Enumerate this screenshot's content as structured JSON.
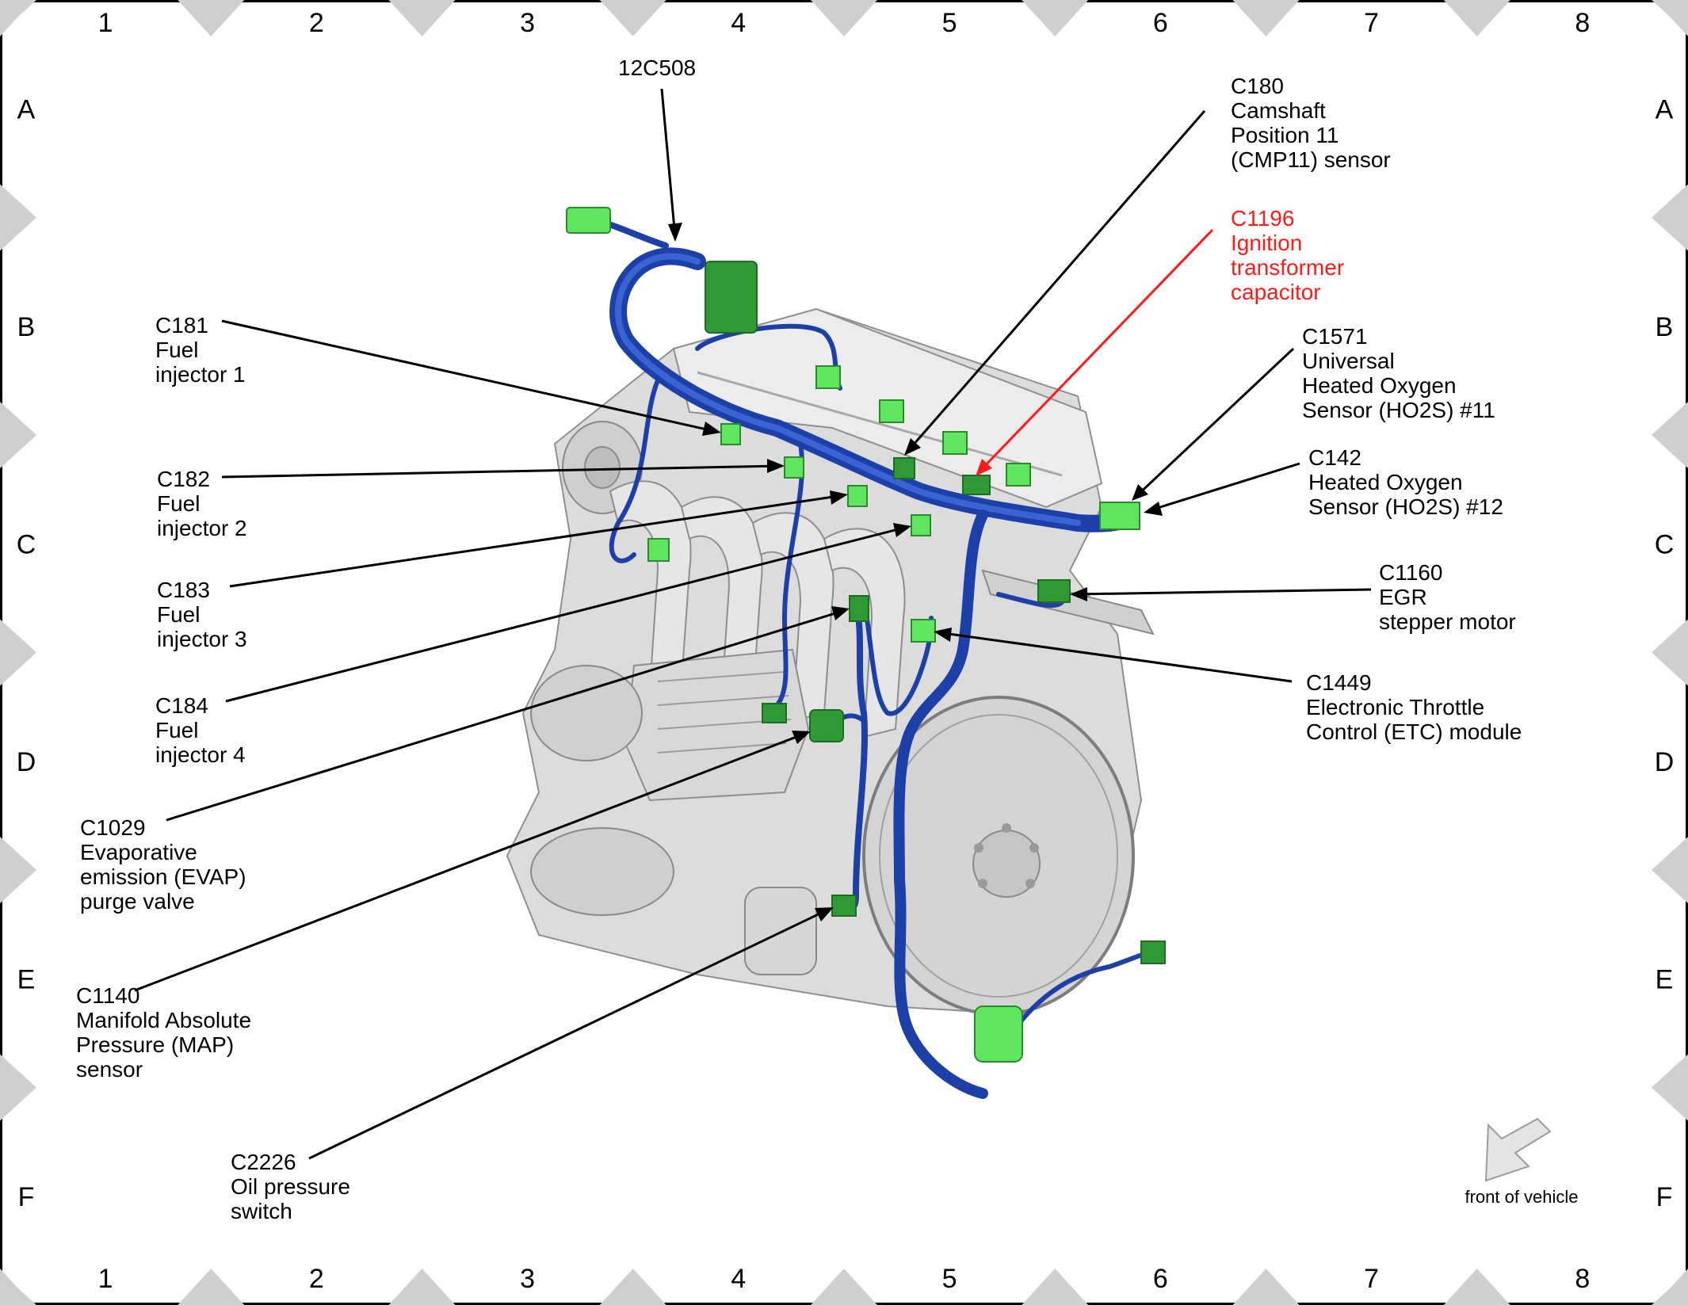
{
  "grid": {
    "columns": [
      "1",
      "2",
      "3",
      "4",
      "5",
      "6",
      "7",
      "8"
    ],
    "rows": [
      "A",
      "B",
      "C",
      "D",
      "E",
      "F"
    ]
  },
  "colors": {
    "harness": "#1c3fa8",
    "connector": "#5ee65e",
    "connector_dark": "#2f9a35",
    "leader": "#000000",
    "highlight": "#ff1a1a",
    "engine": "#d2d2d2",
    "grid_marker": "#cfcfcf"
  },
  "callouts": [
    {
      "id": "12c508",
      "lines": [
        "12C508"
      ],
      "highlight": false
    },
    {
      "id": "c180",
      "lines": [
        "C180",
        "Camshaft",
        "Position 11",
        "(CMP11) sensor"
      ],
      "highlight": false
    },
    {
      "id": "c1196",
      "lines": [
        "C1196",
        "Ignition",
        "transformer",
        "capacitor"
      ],
      "highlight": true
    },
    {
      "id": "c1571",
      "lines": [
        "C1571",
        "Universal",
        "Heated Oxygen",
        "Sensor (HO2S) #11"
      ],
      "highlight": false
    },
    {
      "id": "c142",
      "lines": [
        "C142",
        "Heated Oxygen",
        "Sensor (HO2S) #12"
      ],
      "highlight": false
    },
    {
      "id": "c1160",
      "lines": [
        "C1160",
        "EGR",
        "stepper motor"
      ],
      "highlight": false
    },
    {
      "id": "c1449",
      "lines": [
        "C1449",
        "Electronic Throttle",
        "Control (ETC) module"
      ],
      "highlight": false
    },
    {
      "id": "c181",
      "lines": [
        "C181",
        "Fuel",
        "injector 1"
      ],
      "highlight": false
    },
    {
      "id": "c182",
      "lines": [
        "C182",
        "Fuel",
        "injector 2"
      ],
      "highlight": false
    },
    {
      "id": "c183",
      "lines": [
        "C183",
        "Fuel",
        "injector 3"
      ],
      "highlight": false
    },
    {
      "id": "c184",
      "lines": [
        "C184",
        "Fuel",
        "injector 4"
      ],
      "highlight": false
    },
    {
      "id": "c1029",
      "lines": [
        "C1029",
        "Evaporative",
        "emission (EVAP)",
        "purge valve"
      ],
      "highlight": false
    },
    {
      "id": "c1140",
      "lines": [
        "C1140",
        "Manifold Absolute",
        "Pressure (MAP)",
        "sensor"
      ],
      "highlight": false
    },
    {
      "id": "c2226",
      "lines": [
        "C2226",
        "Oil pressure",
        "switch"
      ],
      "highlight": false
    }
  ],
  "orientation": {
    "label": "front of vehicle",
    "icon": "arrow-down-left-icon"
  }
}
